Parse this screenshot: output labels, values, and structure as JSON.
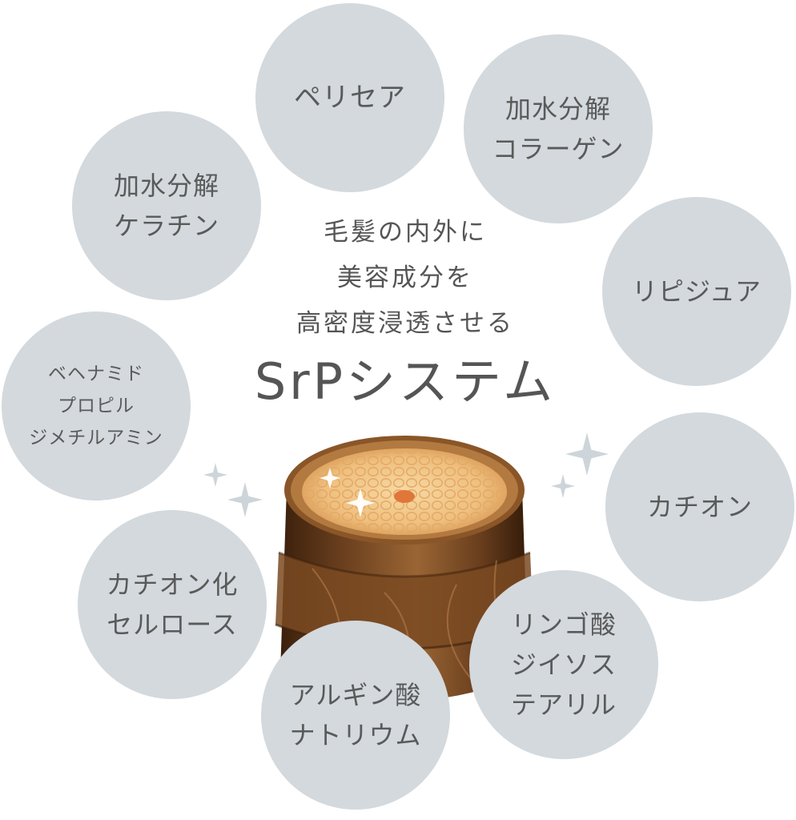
{
  "headline": {
    "line1": "毛髪の内外に",
    "line2": "美容成分を",
    "line3": "高密度浸透させる",
    "system_name": "SrPシステム"
  },
  "ingredients": {
    "perisea": [
      "ペリセア"
    ],
    "collagen": [
      "加水分解",
      "コラーゲン"
    ],
    "keratin": [
      "加水分解",
      "ケラチン"
    ],
    "lipidure": [
      "リピジュア"
    ],
    "behenamide": [
      "ベヘナミド",
      "プロピル",
      "ジメチルアミン"
    ],
    "cation": [
      "カチオン"
    ],
    "cellulose": [
      "カチオン化",
      "セルロース"
    ],
    "malic": [
      "リンゴ酸",
      "ジイソス",
      "テアリル"
    ],
    "arginine": [
      "アルギン酸",
      "ナトリウム"
    ]
  },
  "colors": {
    "bubble": "#d3d9dd",
    "text": "#555555",
    "hair_outer": "#6b3f1d",
    "hair_core": "#f1c383",
    "hair_center": "#e0773a",
    "sparkle": "#cdd5da"
  },
  "icons": {
    "hair": "hair-cross-section-icon",
    "sparkle": "sparkle-icon"
  }
}
